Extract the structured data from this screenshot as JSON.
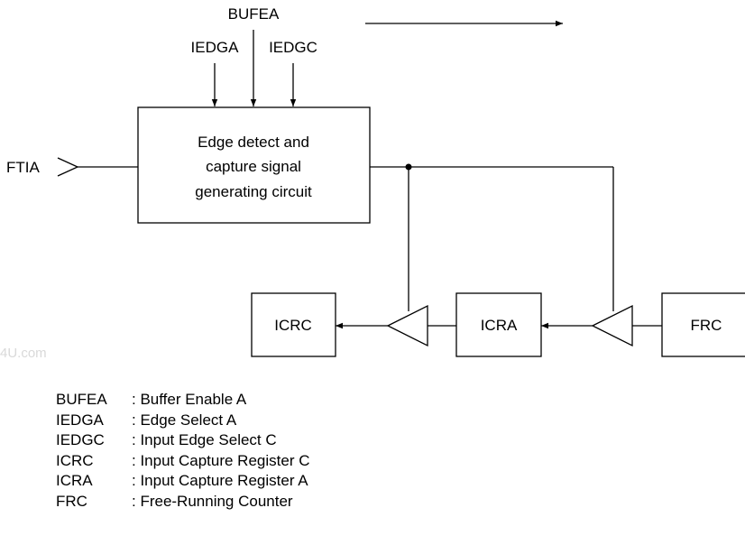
{
  "signals": {
    "bufea": "BUFEA",
    "iedga": "IEDGA",
    "iedgc": "IEDGC",
    "ftia": "FTIA"
  },
  "blocks": {
    "edge_detect_lines": [
      "Edge detect and",
      "capture signal",
      "generating circuit"
    ],
    "icrc": "ICRC",
    "icra": "ICRA",
    "frc": "FRC"
  },
  "watermark": "4U.com",
  "legend": [
    {
      "abbr": "BUFEA",
      "desc": ": Buffer Enable A"
    },
    {
      "abbr": "IEDGA",
      "desc": ": Edge Select A"
    },
    {
      "abbr": "IEDGC",
      "desc": ": Input Edge Select C"
    },
    {
      "abbr": "ICRC",
      "desc": ": Input Capture Register C"
    },
    {
      "abbr": "ICRA",
      "desc": ": Input Capture Register A"
    },
    {
      "abbr": "FRC",
      "desc": ": Free-Running Counter"
    }
  ]
}
